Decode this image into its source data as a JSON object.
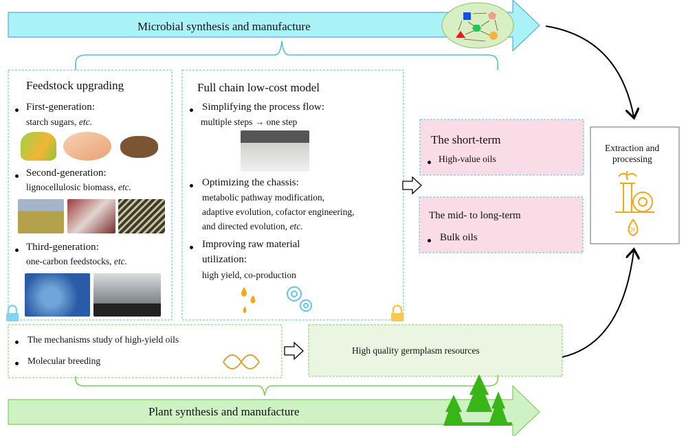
{
  "top_arrow": {
    "label": "Microbial synthesis and manufacture"
  },
  "bottom_arrow": {
    "label": "Plant synthesis and manufacture"
  },
  "feedstock": {
    "title": "Feedstock upgrading",
    "items": [
      {
        "head": "First-generation:",
        "sub": "starch sugars, ",
        "sub_em": "etc."
      },
      {
        "head": "Second-generation:",
        "sub": "lignocellulosic biomass, ",
        "sub_em": "etc."
      },
      {
        "head": "Third-generation:",
        "sub": "one-carbon feedstocks, ",
        "sub_em": "etc."
      }
    ]
  },
  "lowcost": {
    "title": "Full chain low-cost model",
    "items": [
      {
        "head": "Simplifying the process flow:",
        "lines": [
          "multiple steps → one step"
        ]
      },
      {
        "head": "Optimizing the chassis:",
        "lines": [
          "metabolic pathway modification,",
          "adaptive evolution, cofactor engineering,",
          "and directed evolution, "
        ],
        "em": "etc."
      },
      {
        "head": "Improving raw material",
        "head2": "utilization:",
        "lines": [
          "high yield, co-production"
        ]
      }
    ]
  },
  "short_term": {
    "title": "The short-term",
    "item": "High-value oils"
  },
  "mid_term": {
    "title": "The mid- to long-term",
    "item": "Bulk oils"
  },
  "extraction": {
    "title_1": "Extraction and",
    "title_2": "processing",
    "oil_label": "Oil"
  },
  "plant": {
    "items": [
      "The mechanisms study of high-yield oils",
      "Molecular breeding"
    ],
    "result": "High quality germplasm resources"
  },
  "colors": {
    "microbial": "#a9f3f8",
    "plant": "#cff2c4",
    "pink": "#fadce7",
    "orange": "#f2a916"
  }
}
